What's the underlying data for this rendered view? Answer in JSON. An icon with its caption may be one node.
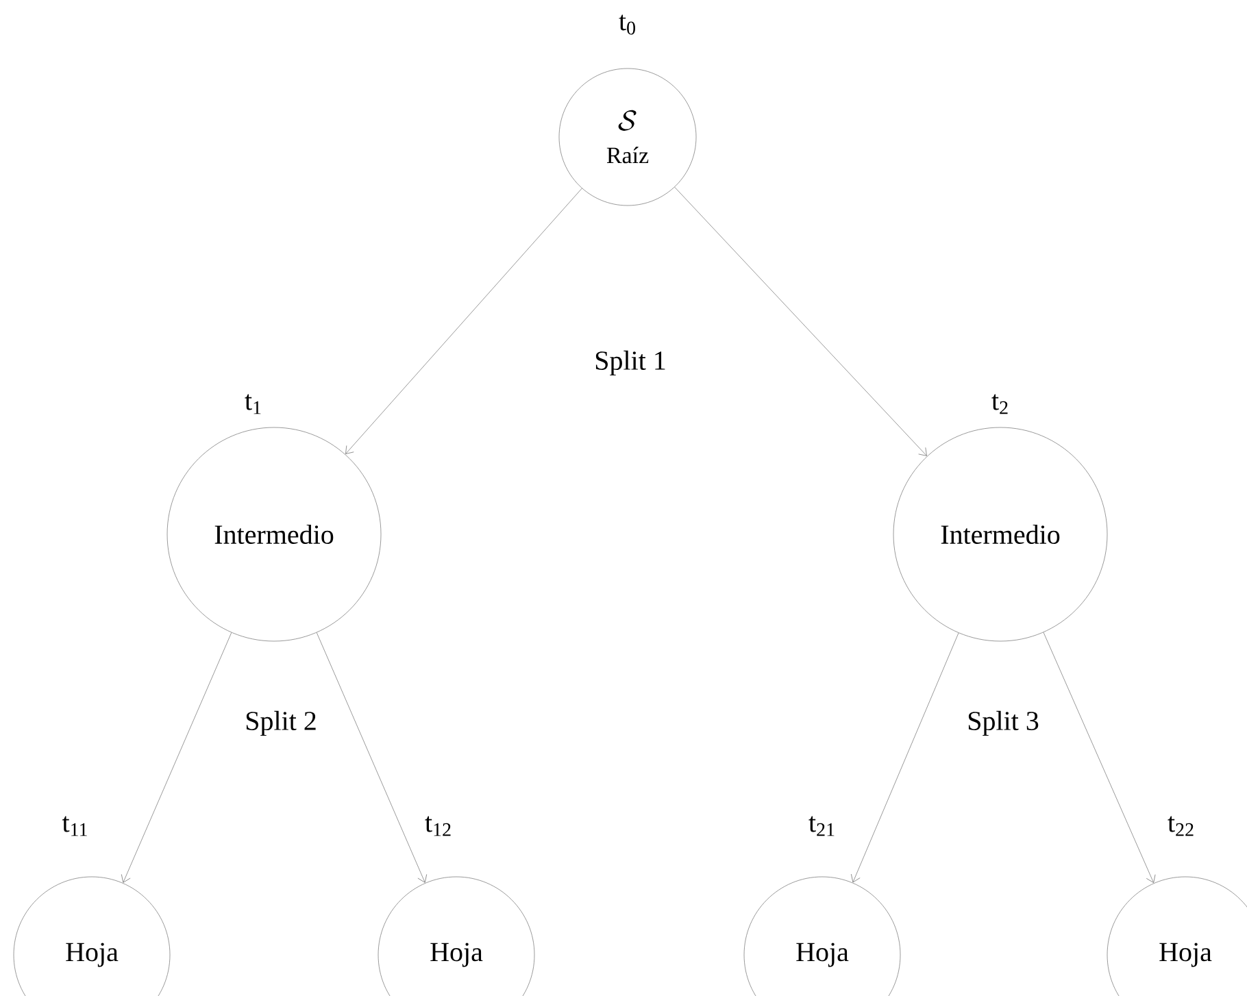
{
  "diagram": {
    "nodes": [
      {
        "text": [
          "\\mathcal{S}",
          "Raíz"
        ],
        "beside": [
          "t$_{0}$"
        ]
      },
      {
        "text": [
          "Intermedio"
        ],
        "beside": [
          "t$_{1}$"
        ]
      },
      {
        "text": [
          "Intermedio"
        ],
        "beside": [
          "t$_{2}$"
        ]
      },
      {
        "text": [
          "Hoja"
        ],
        "beside": [
          "t$_{11}$"
        ]
      },
      {
        "text": [
          "Hoja"
        ],
        "beside": [
          "t$_{12}$"
        ]
      },
      {
        "text": [
          "Hoja"
        ],
        "beside": [
          "t$_{21}$"
        ]
      },
      {
        "text": [
          "Hoja"
        ],
        "beside": [
          "t$_{22}$"
        ]
      }
    ],
    "edges": [
      {
        "from": 0,
        "to": 1,
        "arrow": "to"
      },
      {
        "from": 0,
        "to": 2,
        "arrow": "to"
      },
      {
        "from": 1,
        "to": 3,
        "arrow": "to"
      },
      {
        "from": 1,
        "to": 4,
        "arrow": "to"
      },
      {
        "from": 2,
        "to": 5,
        "arrow": "to"
      },
      {
        "from": 2,
        "to": 6,
        "arrow": "to"
      }
    ],
    "labels": [
      "Split 1",
      "Split 2",
      "Split 3"
    ]
  }
}
